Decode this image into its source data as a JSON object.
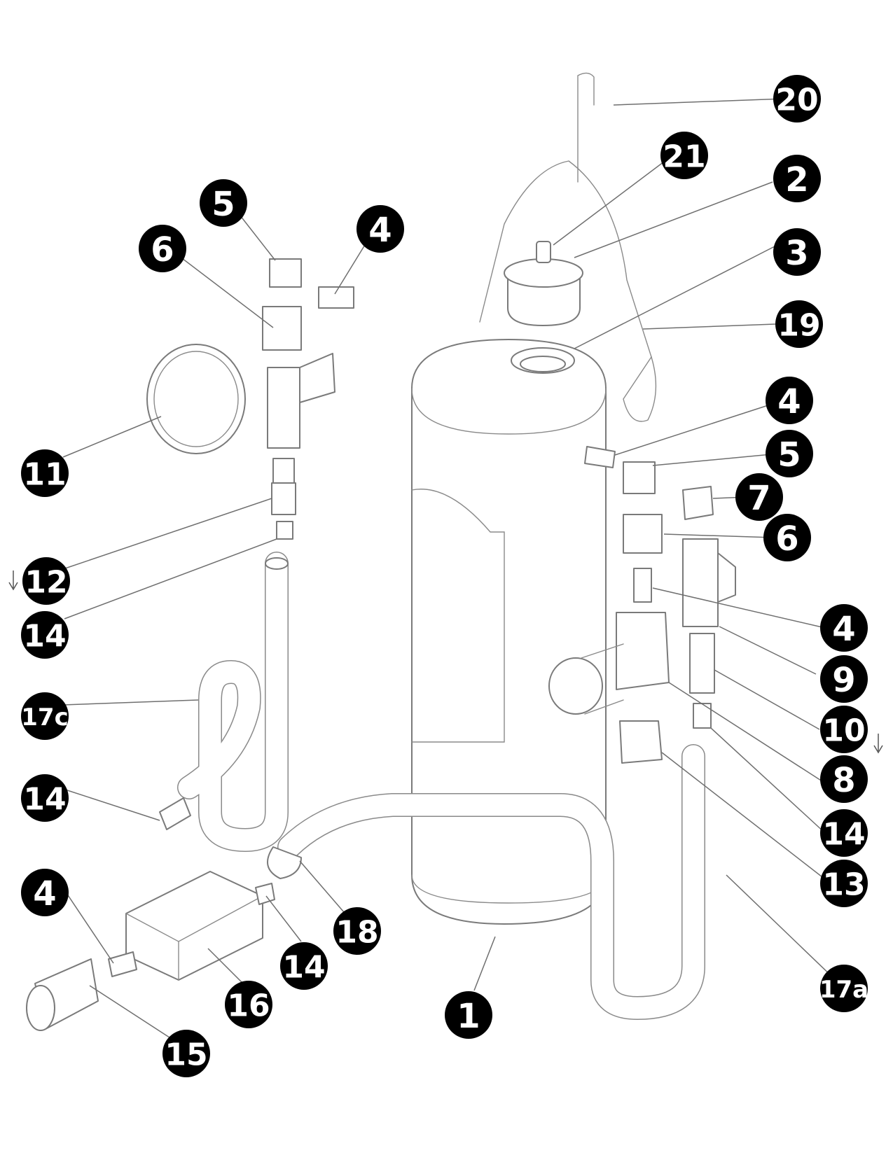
{
  "callouts": [
    {
      "label": "20"
    },
    {
      "label": "21"
    },
    {
      "label": "2"
    },
    {
      "label": "3"
    },
    {
      "label": "19"
    },
    {
      "label": "5"
    },
    {
      "label": "4"
    },
    {
      "label": "6"
    },
    {
      "label": "11"
    },
    {
      "label": "12"
    },
    {
      "label": "14"
    },
    {
      "label": "17c"
    },
    {
      "label": "14"
    },
    {
      "label": "4"
    },
    {
      "label": "15"
    },
    {
      "label": "16"
    },
    {
      "label": "14"
    },
    {
      "label": "18"
    },
    {
      "label": "1"
    },
    {
      "label": "4"
    },
    {
      "label": "5"
    },
    {
      "label": "7"
    },
    {
      "label": "6"
    },
    {
      "label": "4"
    },
    {
      "label": "9"
    },
    {
      "label": "10"
    },
    {
      "label": "8"
    },
    {
      "label": "14"
    },
    {
      "label": "13"
    },
    {
      "label": "17a"
    }
  ],
  "colors": {
    "callout_fill": "#000000",
    "callout_text": "#ffffff",
    "line_art": "#7a7a7a",
    "background": "#ffffff"
  }
}
